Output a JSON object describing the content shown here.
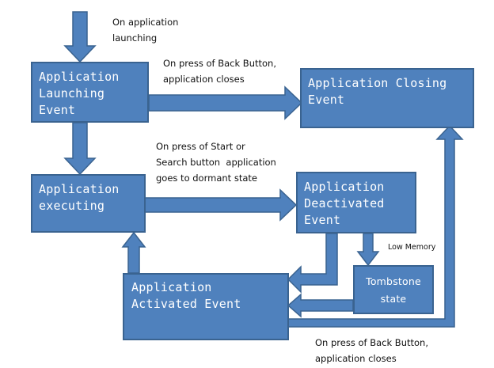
{
  "diagram": {
    "nodes": {
      "launching": "Application\nLaunching\nEvent",
      "closing": "Application Closing\nEvent",
      "executing": "Application\nexecuting",
      "deactivated": "Application\nDeactivated\nEvent",
      "activated": "Application\nActivated Event",
      "tombstone": "Tombstone\nstate"
    },
    "labels": {
      "app_launching": "On application\nlaunching",
      "back_top": "On press of Back Button,\napplication closes",
      "start_search": "On press of Start or\nSearch button  application\ngoes to dormant state",
      "low_memory": "Low Memory",
      "back_bottom": "On press of Back Button,\napplication closes"
    },
    "colors": {
      "node_fill": "#4f81bd",
      "node_border": "#3a6390",
      "arrow_fill": "#4f81bd",
      "arrow_border": "#3a6390"
    }
  }
}
